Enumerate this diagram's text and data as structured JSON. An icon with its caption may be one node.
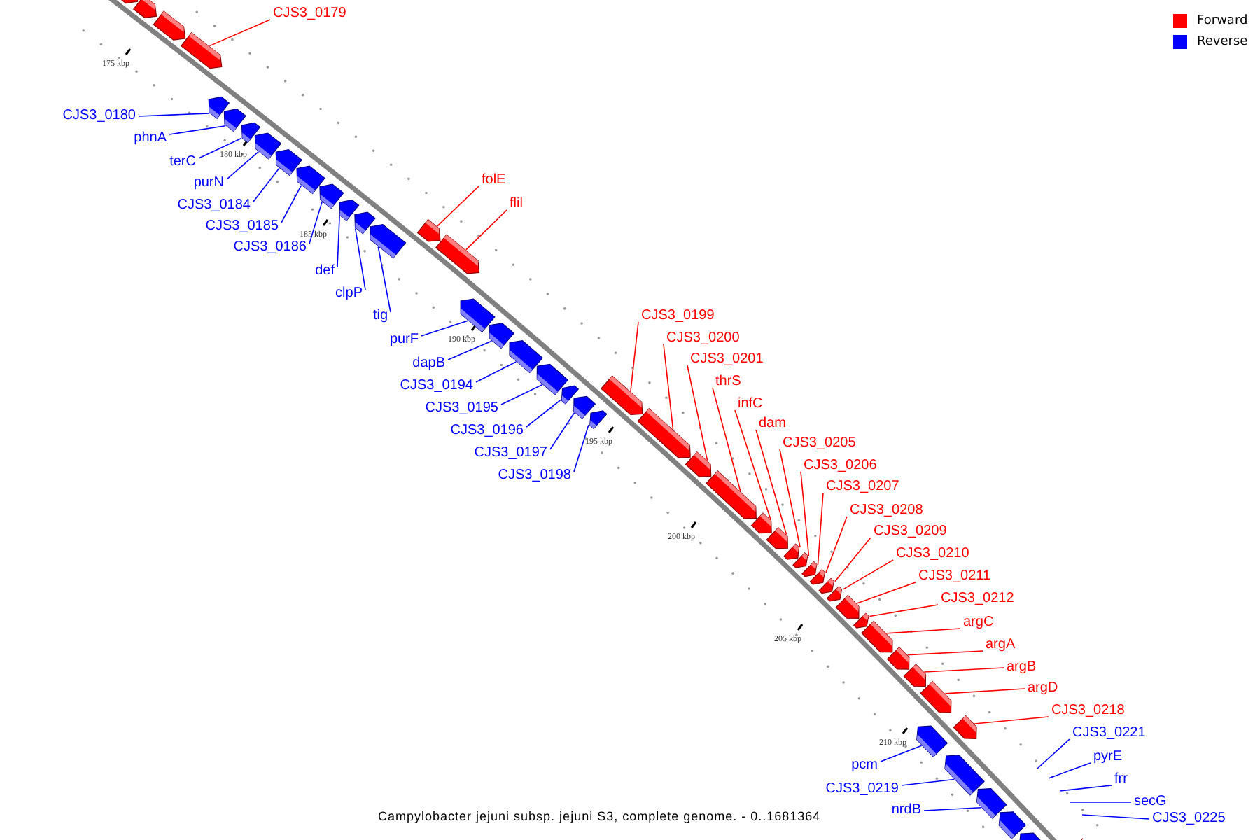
{
  "diagram": {
    "caption": "Campylobacter jejuni subsp. jejuni S3, complete genome. - 0..1681364",
    "nodes": [
      {
        "text": [
          "CJS3_0179"
        ]
      },
      {
        "text": [
          "CJS3_0180"
        ]
      },
      {
        "text": [
          "phnA"
        ]
      },
      {
        "text": [
          "terC"
        ]
      },
      {
        "text": [
          "purN"
        ]
      },
      {
        "text": [
          "CJS3_0184"
        ]
      },
      {
        "text": [
          "CJS3_0185"
        ]
      },
      {
        "text": [
          "CJS3_0186"
        ]
      },
      {
        "text": [
          "def"
        ]
      },
      {
        "text": [
          "clpP"
        ]
      },
      {
        "text": [
          "tig"
        ]
      },
      {
        "text": [
          "folE"
        ]
      },
      {
        "text": [
          "flil"
        ]
      },
      {
        "text": [
          "purF"
        ]
      },
      {
        "text": [
          "dapB"
        ]
      },
      {
        "text": [
          "CJS3_0194"
        ]
      },
      {
        "text": [
          "CJS3_0195"
        ]
      },
      {
        "text": [
          "CJS3_0196"
        ]
      },
      {
        "text": [
          "CJS3_0197"
        ]
      },
      {
        "text": [
          "CJS3_0198"
        ]
      },
      {
        "text": [
          "CJS3_0199"
        ]
      },
      {
        "text": [
          "CJS3_0200"
        ]
      },
      {
        "text": [
          "CJS3_0201"
        ]
      },
      {
        "text": [
          "thrS"
        ]
      },
      {
        "text": [
          "infC"
        ]
      },
      {
        "text": [
          "dam"
        ]
      },
      {
        "text": [
          "CJS3_0205"
        ]
      },
      {
        "text": [
          "CJS3_0206"
        ]
      },
      {
        "text": [
          "CJS3_0207"
        ]
      },
      {
        "text": [
          "CJS3_0208"
        ]
      },
      {
        "text": [
          "CJS3_0209"
        ]
      },
      {
        "text": [
          "CJS3_0210"
        ]
      },
      {
        "text": [
          "CJS3_0211"
        ]
      },
      {
        "text": [
          "CJS3_0212"
        ]
      },
      {
        "text": [
          "argC"
        ]
      },
      {
        "text": [
          "argA"
        ]
      },
      {
        "text": [
          "argB"
        ]
      },
      {
        "text": [
          "argD"
        ]
      },
      {
        "text": [
          "CJS3_0218"
        ]
      },
      {
        "text": [
          "pcm"
        ]
      },
      {
        "text": [
          "CJS3_0219"
        ]
      },
      {
        "text": [
          "nrdB"
        ]
      },
      {
        "text": [
          "CJS3_0221"
        ]
      },
      {
        "text": [
          "pyrE"
        ]
      },
      {
        "text": [
          "frr"
        ]
      },
      {
        "text": [
          "secG"
        ]
      },
      {
        "text": [
          "CJS3_0225"
        ]
      },
      {
        "text": [],
        "shape": "arrow"
      },
      {
        "text": [],
        "shape": "arrow"
      },
      {
        "text": [],
        "shape": "arrow"
      },
      {
        "text": [],
        "shape": "arrow"
      },
      {
        "text": [],
        "shape": "arrow"
      },
      {
        "text": [],
        "shape": "arrow"
      },
      {
        "text": [],
        "shape": "arrow"
      },
      {
        "text": [],
        "shape": "arrow"
      },
      {
        "text": [],
        "shape": "arrow"
      },
      {
        "text": [],
        "shape": "arrow"
      },
      {
        "text": [],
        "shape": "arrow"
      },
      {
        "text": [],
        "shape": "arrow"
      },
      {
        "text": [],
        "shape": "arrow"
      },
      {
        "text": [],
        "shape": "arrow"
      },
      {
        "text": [],
        "shape": "arrow"
      },
      {
        "text": [],
        "shape": "arrow"
      },
      {
        "text": [],
        "shape": "arrow"
      },
      {
        "text": [],
        "shape": "arrow"
      },
      {
        "text": [],
        "shape": "arrow"
      },
      {
        "text": [],
        "shape": "arrow"
      },
      {
        "text": [],
        "shape": "arrow"
      },
      {
        "text": [],
        "shape": "arrow"
      },
      {
        "text": [],
        "shape": "arrow"
      },
      {
        "text": [],
        "shape": "arrow"
      },
      {
        "text": [],
        "shape": "arrow"
      },
      {
        "text": [],
        "shape": "arrow"
      },
      {
        "text": [],
        "shape": "arrow"
      },
      {
        "text": [],
        "shape": "arrow"
      },
      {
        "text": [],
        "shape": "arrow"
      },
      {
        "text": [],
        "shape": "arrow"
      },
      {
        "text": [],
        "shape": "arrow"
      },
      {
        "text": [],
        "shape": "arrow"
      },
      {
        "text": [],
        "shape": "arrow"
      },
      {
        "text": [],
        "shape": "arrow"
      },
      {
        "text": [],
        "shape": "arrow"
      },
      {
        "text": [],
        "shape": "arrow"
      },
      {
        "text": [],
        "shape": "arrow"
      },
      {
        "text": [],
        "shape": "arrow"
      },
      {
        "text": [],
        "shape": "arrow"
      },
      {
        "text": [],
        "shape": "arrow"
      },
      {
        "text": [],
        "shape": "arrow"
      },
      {
        "text": [],
        "shape": "arrow"
      },
      {
        "text": [],
        "shape": "arrow"
      },
      {
        "text": [],
        "shape": "arrow"
      },
      {
        "text": [],
        "shape": "arrow"
      },
      {
        "text": [],
        "shape": "arrow"
      },
      {
        "text": [],
        "shape": "arrow"
      },
      {
        "text": [],
        "shape": "arrow"
      }
    ],
    "edges": [
      {
        "from": 0,
        "to": 50,
        "arrow": "none",
        "color": "#ff0000"
      },
      {
        "from": 1,
        "to": 51,
        "arrow": "none"
      },
      {
        "from": 2,
        "to": 52,
        "arrow": "none"
      },
      {
        "from": 3,
        "to": 53,
        "arrow": "none"
      },
      {
        "from": 4,
        "to": 54,
        "arrow": "none"
      },
      {
        "from": 5,
        "to": 55,
        "arrow": "none"
      },
      {
        "from": 6,
        "to": 56,
        "arrow": "none"
      },
      {
        "from": 7,
        "to": 57,
        "arrow": "none"
      },
      {
        "from": 8,
        "to": 58,
        "arrow": "none"
      },
      {
        "from": 9,
        "to": 59,
        "arrow": "none"
      },
      {
        "from": 10,
        "to": 60,
        "arrow": "none"
      },
      {
        "from": 11,
        "to": 61,
        "arrow": "none",
        "color": "#ff0000"
      },
      {
        "from": 12,
        "to": 62,
        "arrow": "none",
        "color": "#ff0000"
      },
      {
        "from": 13,
        "to": 63,
        "arrow": "none"
      },
      {
        "from": 14,
        "to": 64,
        "arrow": "none"
      },
      {
        "from": 15,
        "to": 65,
        "arrow": "none"
      },
      {
        "from": 16,
        "to": 66,
        "arrow": "none"
      },
      {
        "from": 17,
        "to": 67,
        "arrow": "none"
      },
      {
        "from": 18,
        "to": 68,
        "arrow": "none"
      },
      {
        "from": 19,
        "to": 69,
        "arrow": "none"
      },
      {
        "from": 20,
        "to": 70,
        "arrow": "none",
        "color": "#ff0000"
      },
      {
        "from": 21,
        "to": 71,
        "arrow": "none",
        "color": "#ff0000"
      },
      {
        "from": 22,
        "to": 72,
        "arrow": "none",
        "color": "#ff0000"
      },
      {
        "from": 23,
        "to": 73,
        "arrow": "none",
        "color": "#ff0000"
      },
      {
        "from": 24,
        "to": 74,
        "arrow": "none",
        "color": "#ff0000"
      },
      {
        "from": 25,
        "to": 75,
        "arrow": "none",
        "color": "#ff0000"
      },
      {
        "from": 26,
        "to": 76,
        "arrow": "none",
        "color": "#ff0000"
      },
      {
        "from": 27,
        "to": 77,
        "arrow": "none",
        "color": "#ff0000"
      },
      {
        "from": 28,
        "to": 78,
        "arrow": "none",
        "color": "#ff0000"
      },
      {
        "from": 29,
        "to": 79,
        "arrow": "none",
        "color": "#ff0000"
      },
      {
        "from": 30,
        "to": 80,
        "arrow": "none",
        "color": "#ff0000"
      },
      {
        "from": 31,
        "to": 81,
        "arrow": "none",
        "color": "#ff0000"
      },
      {
        "from": 32,
        "to": 82,
        "arrow": "none",
        "color": "#ff0000"
      },
      {
        "from": 33,
        "to": 83,
        "arrow": "none",
        "color": "#ff0000"
      },
      {
        "from": 34,
        "to": 84,
        "arrow": "none",
        "color": "#ff0000"
      },
      {
        "from": 35,
        "to": 85,
        "arrow": "none",
        "color": "#ff0000"
      },
      {
        "from": 36,
        "to": 86,
        "arrow": "none",
        "color": "#ff0000"
      },
      {
        "from": 37,
        "to": 87,
        "arrow": "none",
        "color": "#ff0000"
      },
      {
        "from": 38,
        "to": 88,
        "arrow": "none",
        "color": "#ff0000"
      },
      {
        "from": 39,
        "to": 89,
        "arrow": "none"
      },
      {
        "from": 40,
        "to": 90,
        "arrow": "none"
      },
      {
        "from": 41,
        "to": 91,
        "arrow": "none"
      },
      {
        "from": 42,
        "to": null,
        "arrow": "none"
      },
      {
        "from": 43,
        "to": null,
        "arrow": "none"
      },
      {
        "from": 44,
        "to": null,
        "arrow": "none"
      },
      {
        "from": 45,
        "to": null,
        "arrow": "none"
      },
      {
        "from": 46,
        "to": null,
        "arrow": "none"
      }
    ],
    "labels": [
      "175 kbp",
      "180 kbp",
      "185 kbp",
      "190 kbp",
      "195 kbp",
      "200 kbp",
      "205 kbp",
      "210 kbp"
    ],
    "legend": [
      {
        "text": "Forward",
        "color": "#ff0000"
      },
      {
        "text": "Reverse",
        "color": "#0000ff"
      }
    ]
  }
}
